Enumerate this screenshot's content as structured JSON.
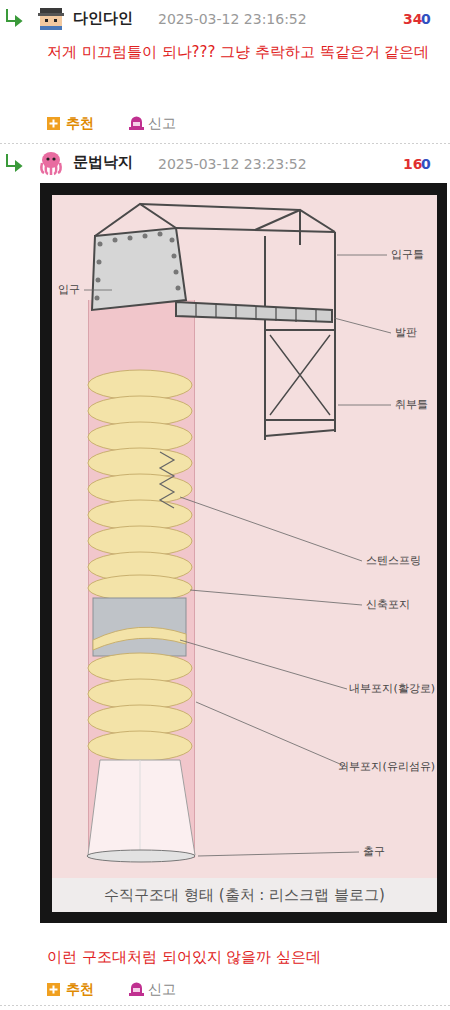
{
  "diagram": {
    "caption": "수직구조대 형태 (출처 : 리스크랩 블로그)",
    "labels": [
      "다인다인",
      "2025-03-12 23:16:52",
      "34",
      "0",
      "저게 미끄럼틀이 되나??? 그냥 추락하고 똑같은거 같은데",
      "추천",
      "신고",
      "문법낙지",
      "2025-03-12 23:23:52",
      "16",
      "0",
      "입구틀",
      "입구",
      "발판",
      "취부틀",
      "스텐스프링",
      "신축포지",
      "내부포지(활강로)",
      "외부포지(유리섬유)",
      "출구",
      "이런 구조대처럼 되어있지 않을까 싶은데",
      "추천",
      "신고"
    ]
  }
}
